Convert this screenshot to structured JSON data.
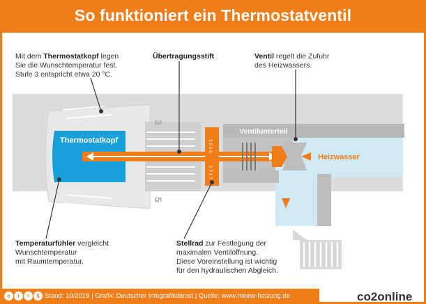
{
  "title": "So funktioniert ein Thermostatventil",
  "annotations": {
    "thermostatkopf": {
      "bold": "Thermostatkopf",
      "l1a": "Mit dem ",
      "l1b": " legen",
      "l2": "Sie die Wunschtemperatur fest.",
      "l3": "Stufe 3 entspricht etwa 20 °C."
    },
    "uebertragungsstift": {
      "bold": "Übertragungsstift"
    },
    "ventil": {
      "bold": "Ventil",
      "l1b": " regelt die Zufuhr",
      "l2": "des Heizwassers."
    },
    "temperaturfuehler": {
      "bold": "Temperaturfühler",
      "l1b": " vergleicht",
      "l2": "Wunschtemperatur",
      "l3": "mit Raumtemperatur."
    },
    "stellrad": {
      "bold": "Stellrad",
      "l1b": " zur Festlegung der",
      "l2": "maximalen Ventilöffnung.",
      "l3": "Diese Voreinstellung ist wichtig",
      "l4": "für den hydraulischen Abgleich."
    }
  },
  "labels": {
    "thermostatkopf": "Thermostatkopf",
    "ventilunterteil": "Ventilunterteil",
    "heizwasser": "Heizwasser",
    "stufe_3": "3",
    "stufe_5": "5",
    "stellrad_top": "1 6 1 6",
    "stellrad_bottom": "1 7 1 7"
  },
  "footer": {
    "text": "Stand: 10/2019  |  Grafik: Deutscher Infografikdienst  |  Quelle: www.meine-heizung.de",
    "brand": "co2online",
    "cc_icons": [
      "c",
      "i",
      "=",
      "$"
    ]
  },
  "colors": {
    "accent": "#ee7d1a",
    "water": "#cfeaf5",
    "sensor": "#1aa0d8",
    "metal": "#bdbdbd",
    "text": "#333333"
  }
}
